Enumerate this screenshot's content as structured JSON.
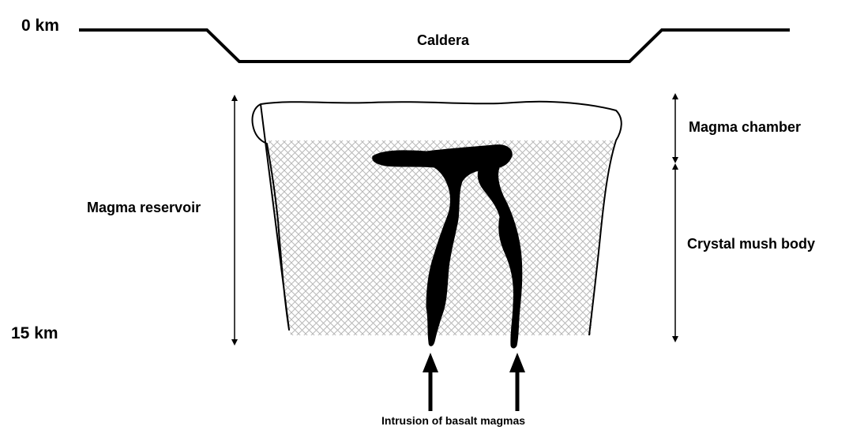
{
  "depth_labels": {
    "top": "0 km",
    "bottom": "15 km"
  },
  "labels": {
    "caldera": "Caldera",
    "magma_reservoir": "Magma reservoir",
    "magma_chamber": "Magma chamber",
    "crystal_mush_body": "Crystal mush body",
    "intrusion": "Intrusion of basalt magmas"
  },
  "colors": {
    "line": "#000000",
    "mesh": "#b8b8b8",
    "magma": "#000000",
    "background": "#ffffff"
  }
}
